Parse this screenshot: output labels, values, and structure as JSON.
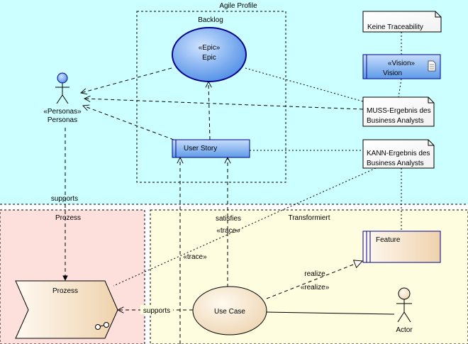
{
  "regions": {
    "agile_profile": "Agile Profile",
    "backlog": "Backlog",
    "prozess": "Prozess",
    "transformiert": "Transformiert"
  },
  "elements": {
    "epic_stereotype": "«Epic»",
    "epic_name": "Epic",
    "personas_stereotype": "«Personas»",
    "personas_name": "Personas",
    "user_story": "User Story",
    "vision_stereotype": "«Vision»",
    "vision_name": "Vision",
    "keine_traceability": "Keine Traceability",
    "muss_line1": "MUSS-Ergebnis des",
    "muss_line2": "Business Analysts",
    "kann_line1": "KANN-Ergebnis des",
    "kann_line2": "Business Analysts",
    "feature": "Feature",
    "prozess_element": "Prozess",
    "use_case": "Use Case",
    "actor": "Actor"
  },
  "connector_labels": {
    "supports_top": "supports",
    "satisfies": "satisfies",
    "trace_upper": "«trace»",
    "trace_lower": "«trace»",
    "realize": "realize",
    "realize_stereo": "«realize»",
    "supports_bottom": "supports"
  },
  "colors": {
    "agile_bg": "#ccffff",
    "prozess_bg": "#fde0dc",
    "transformiert_bg": "#fffde0",
    "blue_fill": "#7fb2ee",
    "cream_fill": "#f7e9d2"
  }
}
